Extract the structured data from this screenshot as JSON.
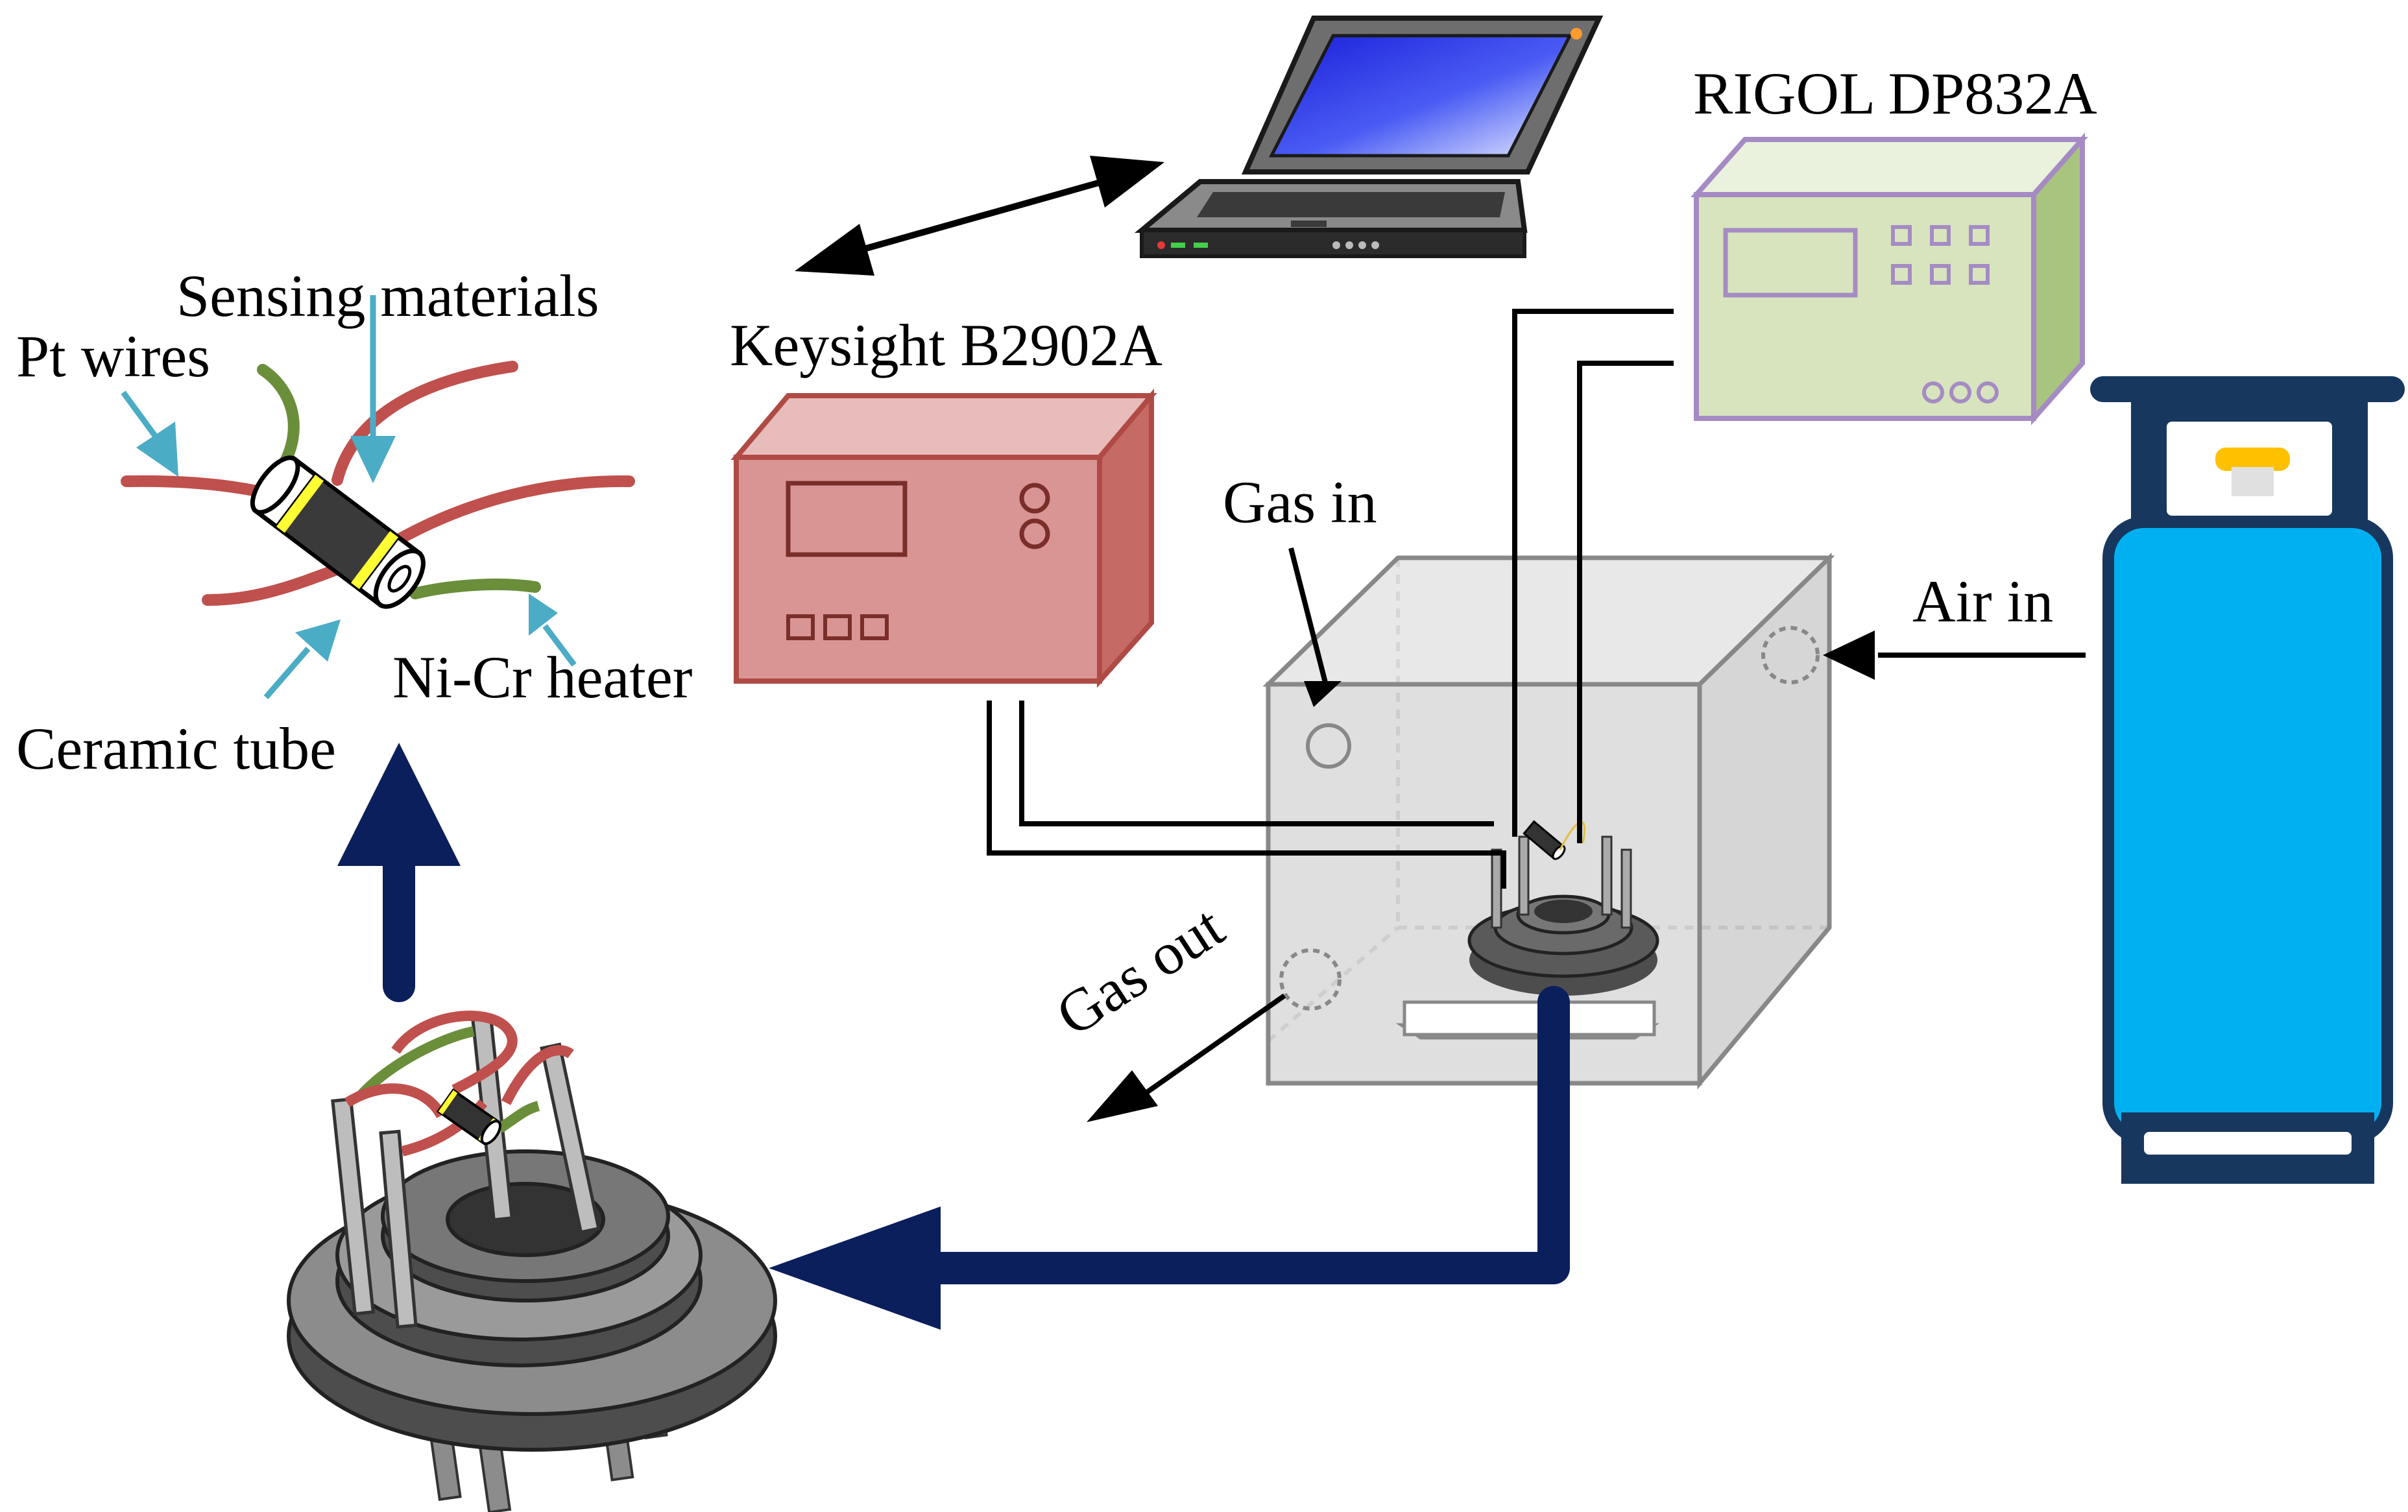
{
  "labels": {
    "sensing_materials": "Sensing materials",
    "pt_wires": "Pt wires",
    "ni_cr_heater": "Ni-Cr heater",
    "ceramic_tube": "Ceramic tube",
    "keysight": "Keysight B2902A",
    "rigol": "RIGOL DP832A",
    "gas_in": "Gas in",
    "air_in": "Air in",
    "gas_out": "Gas out"
  },
  "colors": {
    "pt_wire": "#c0504d",
    "heater_wire": "#6b8e3a",
    "sensing_layer": "#3a3a3a",
    "electrode_band": "#ffff33",
    "label_arrow": "#4bacc6",
    "flow_arrow": "#0b1f5c",
    "keysight_body": "#d99594",
    "keysight_border": "#b04a45",
    "rigol_body": "#d7e4bd",
    "rigol_border": "#a58bc4",
    "chamber": "#d9d9d9",
    "cylinder_body": "#00b0f0",
    "cylinder_frame": "#17375e",
    "valve_cap": "#ffc000",
    "laptop_screen": "#3b4cf2",
    "base_dark": "#4d4d4d",
    "base_light": "#8c8c8c"
  },
  "icons": {
    "laptop": "laptop-icon",
    "gas_cylinder": "gas-cylinder-icon"
  }
}
